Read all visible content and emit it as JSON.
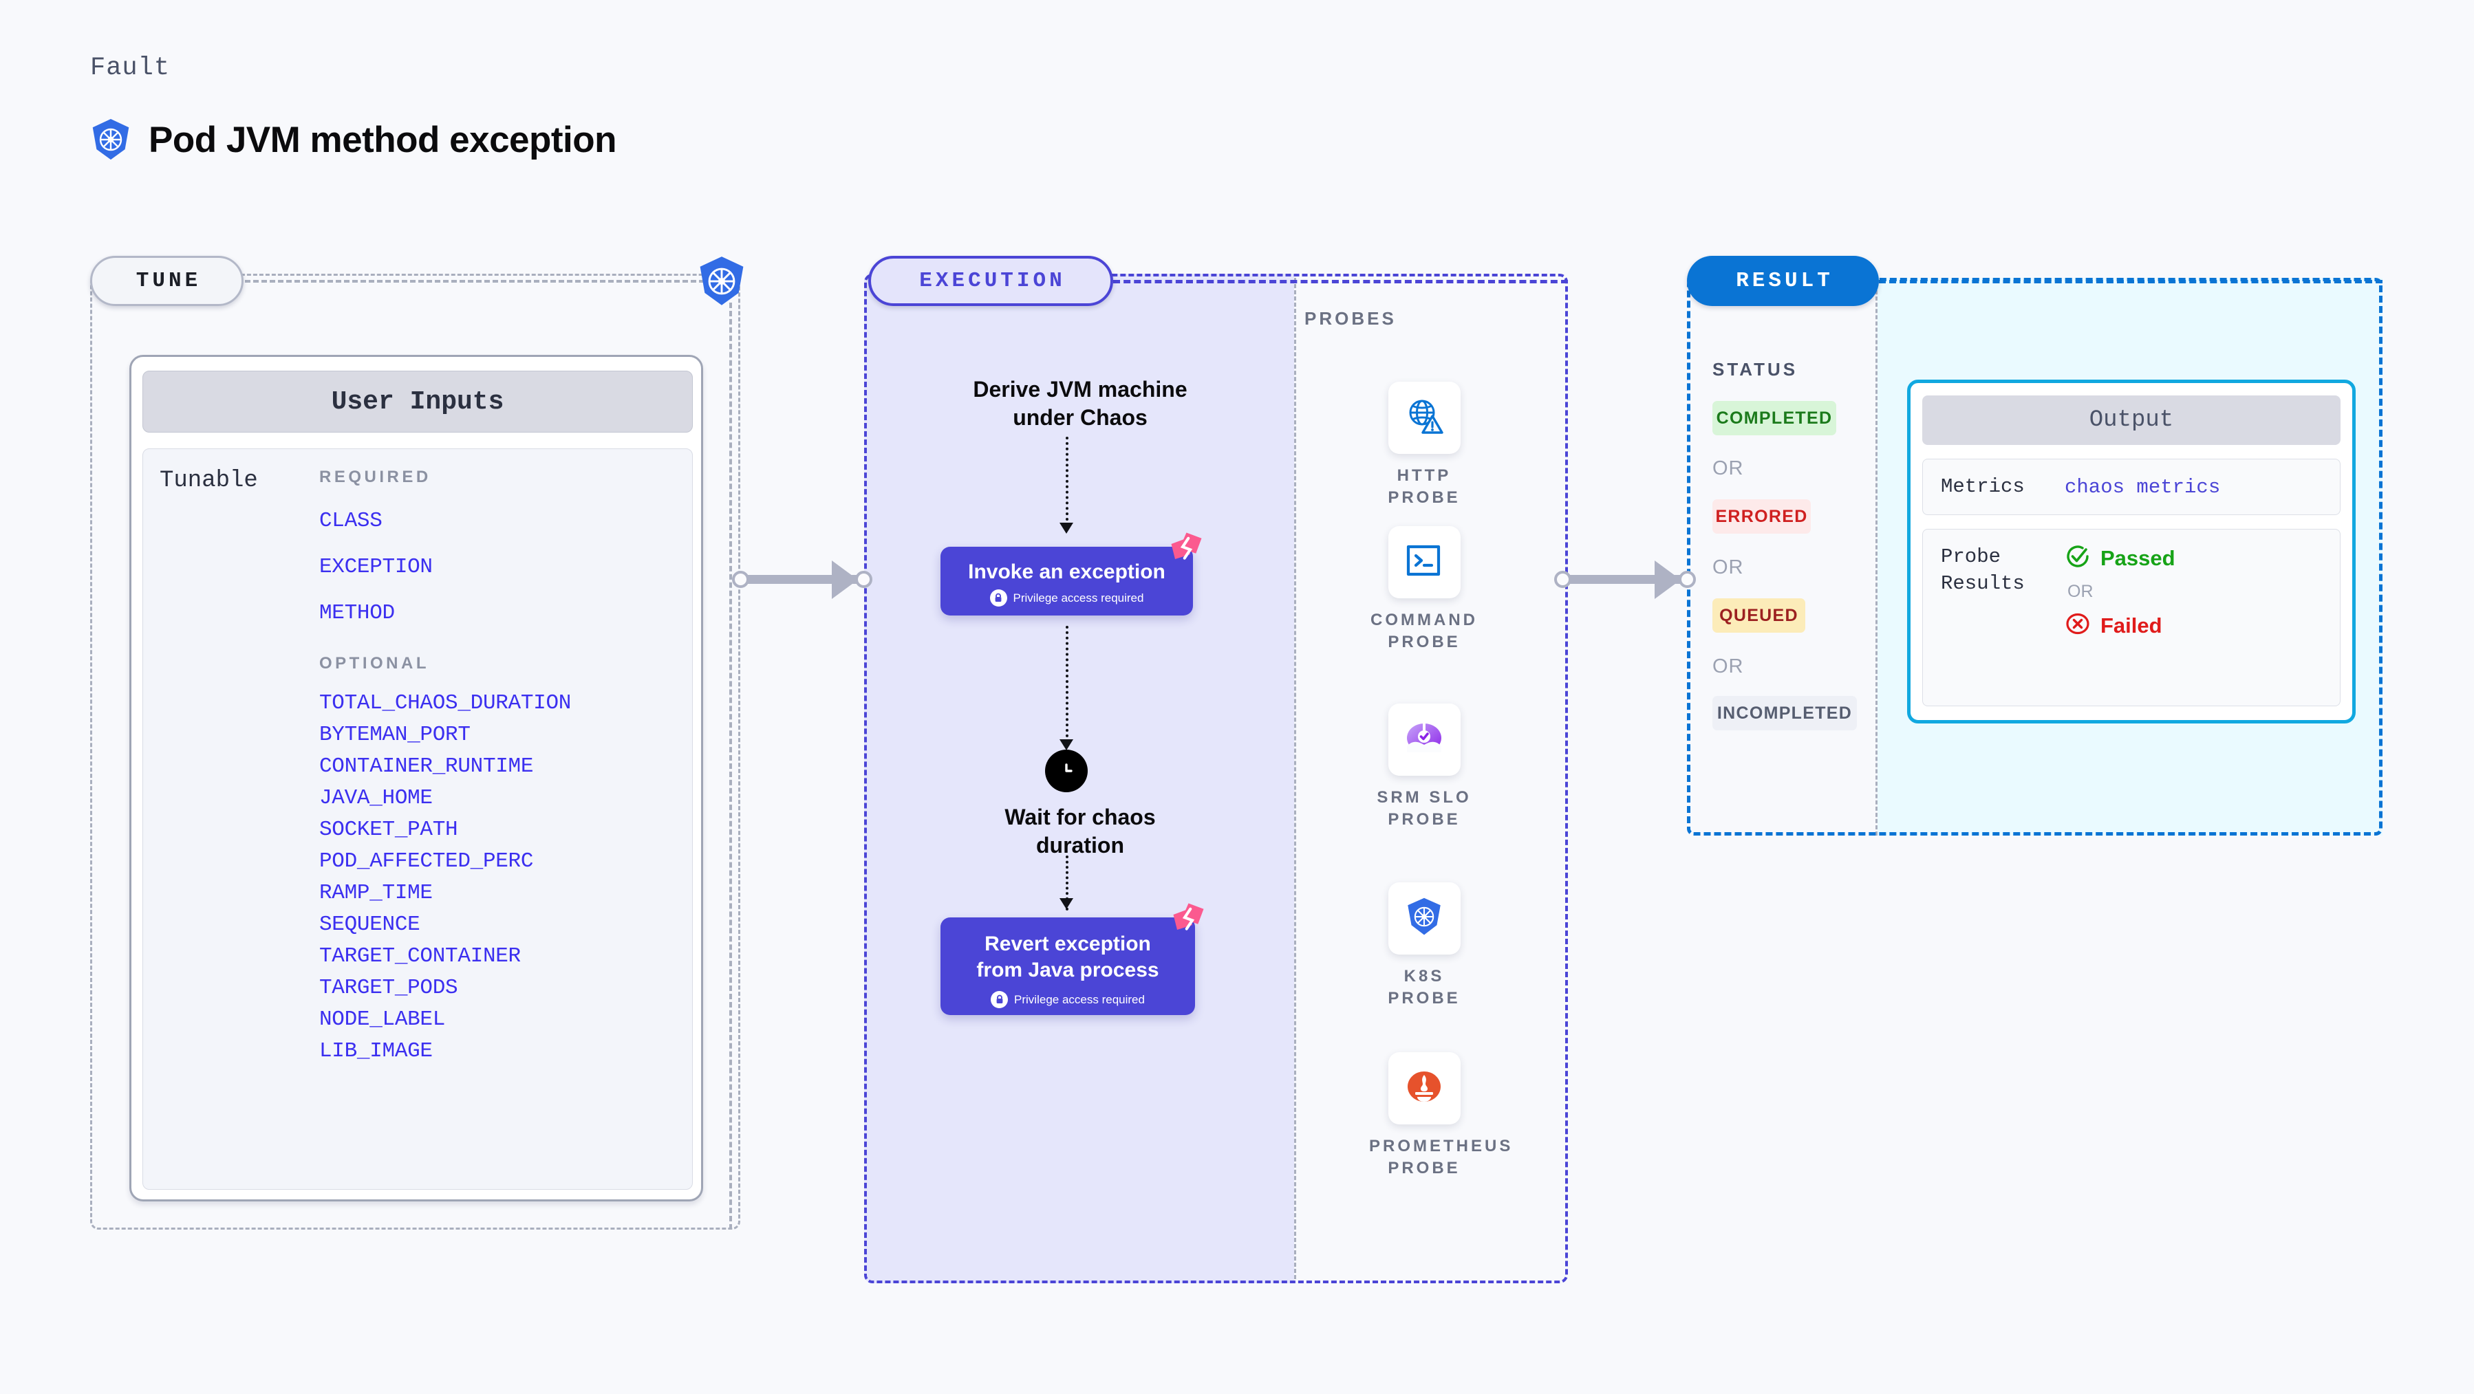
{
  "header": {
    "eyebrow": "Fault",
    "title": "Pod JVM method exception",
    "icon": "kubernetes-icon"
  },
  "colors": {
    "page_bg": "#f8f9fc",
    "tune_border": "#a9afbe",
    "execution_accent": "#4b45d6",
    "result_accent": "#0a74d4",
    "output_accent": "#11a8e0",
    "param_link": "#3b2ff0",
    "harness_pink": "#fb5a8f",
    "passed_green": "#17a317",
    "failed_red": "#e01b1b"
  },
  "stages": {
    "tune": {
      "badge": "TUNE"
    },
    "execution": {
      "badge": "EXECUTION"
    },
    "result": {
      "badge": "RESULT"
    }
  },
  "tune": {
    "card_header": "User Inputs",
    "tunable_label": "Tunable",
    "required_label": "REQUIRED",
    "optional_label": "OPTIONAL",
    "required": [
      "CLASS",
      "EXCEPTION",
      "METHOD"
    ],
    "optional": [
      "TOTAL_CHAOS_DURATION",
      "BYTEMAN_PORT",
      "CONTAINER_RUNTIME",
      "JAVA_HOME",
      "SOCKET_PATH",
      "POD_AFFECTED_PERC",
      "RAMP_TIME",
      "SEQUENCE",
      "TARGET_CONTAINER",
      "TARGET_PODS",
      "NODE_LABEL",
      "LIB_IMAGE"
    ]
  },
  "execution": {
    "step1_title": "Derive JVM machine\nunder Chaos",
    "step1_line1": "Derive JVM machine",
    "step1_line2": "under Chaos",
    "box1_title": "Invoke an exception",
    "box1_privilege": "Privilege access required",
    "wait_line1": "Wait for chaos",
    "wait_line2": "duration",
    "box2_line1": "Revert exception",
    "box2_line2": "from Java process",
    "box2_privilege": "Privilege access required",
    "clock_icon": "clock-icon",
    "lock_icon": "lock-icon",
    "corner_icon": "harness-logo-icon"
  },
  "probes": {
    "label": "PROBES",
    "items": [
      {
        "name": "HTTP PROBE",
        "lines": [
          "HTTP PROBE"
        ],
        "icon": "globe-warning-icon"
      },
      {
        "name": "COMMAND PROBE",
        "lines": [
          "COMMAND",
          "PROBE"
        ],
        "icon": "terminal-icon"
      },
      {
        "name": "SRM SLO PROBE",
        "lines": [
          "SRM SLO",
          "PROBE"
        ],
        "icon": "srm-slo-icon"
      },
      {
        "name": "K8S PROBE",
        "lines": [
          "K8S PROBE"
        ],
        "icon": "kubernetes-icon"
      },
      {
        "name": "PROMETHEUS PROBE",
        "lines": [
          "PROMETHEUS",
          "PROBE"
        ],
        "icon": "prometheus-icon"
      }
    ]
  },
  "result": {
    "status_label": "STATUS",
    "or_label": "OR",
    "statuses": [
      {
        "label": "COMPLETED",
        "bg": "#d8f5d8",
        "fg": "#1b7a1b"
      },
      {
        "label": "ERRORED",
        "bg": "#fdeaea",
        "fg": "#cf2020"
      },
      {
        "label": "QUEUED",
        "bg": "#fcecb9",
        "fg": "#9c2020"
      },
      {
        "label": "INCOMPLETED",
        "bg": "#eef0f6",
        "fg": "#565d70"
      }
    ],
    "output": {
      "header": "Output",
      "metrics_key": "Metrics",
      "metrics_value": "chaos metrics",
      "probe_results_key_line1": "Probe",
      "probe_results_key_line2": "Results",
      "passed_label": "Passed",
      "failed_label": "Failed",
      "or_label": "OR",
      "passed_icon": "check-circle-icon",
      "failed_icon": "x-circle-icon"
    }
  }
}
